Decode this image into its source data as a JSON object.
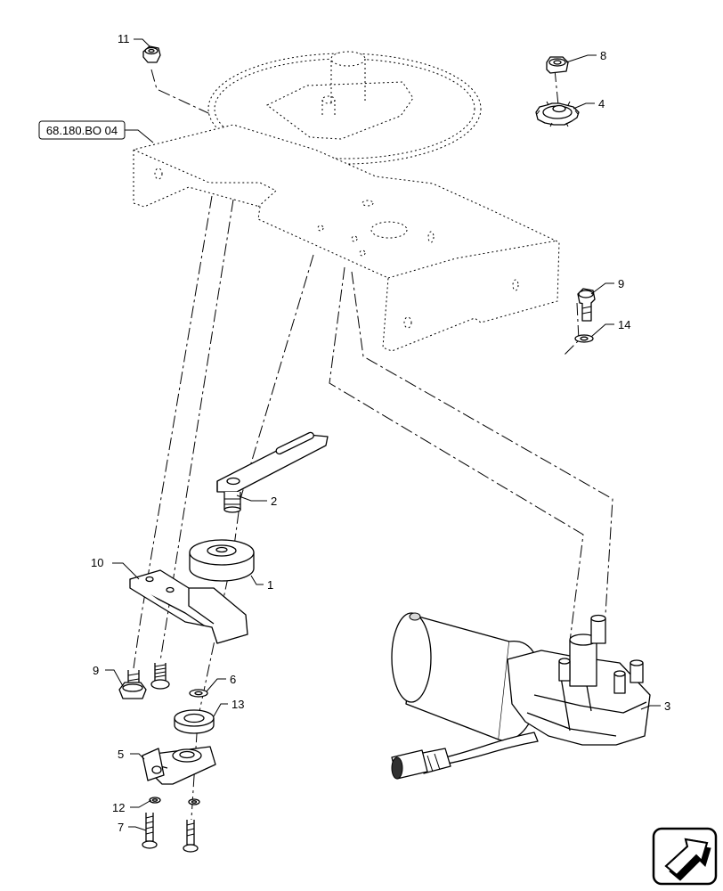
{
  "reference_label": "68.180.BO 04",
  "callouts": {
    "c1": "1",
    "c2": "2",
    "c3": "3",
    "c4": "4",
    "c5": "5",
    "c6": "6",
    "c7": "7",
    "c8": "8",
    "c9_top": "9",
    "c9_bottom": "9",
    "c10": "10",
    "c11": "11",
    "c12": "12",
    "c13": "13",
    "c14": "14"
  },
  "nav_icon": "return-arrow-icon"
}
